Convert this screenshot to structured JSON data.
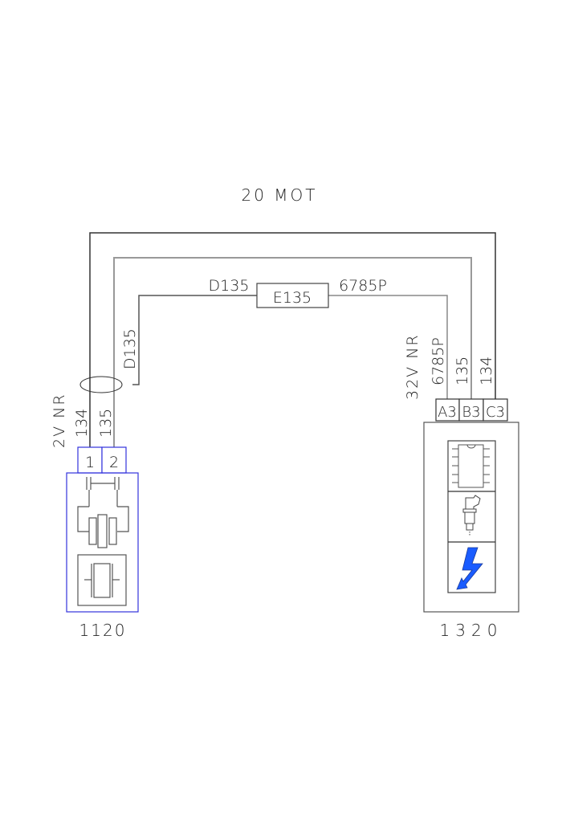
{
  "diagram": {
    "harness_label": "20 MOT",
    "inline_connector": {
      "id": "E135",
      "left_wire": "D135",
      "right_wire": "6785P"
    },
    "left_component": {
      "id": "1120",
      "connector_label": "2V NR",
      "pins": [
        {
          "pin": "1",
          "wire": "134"
        },
        {
          "pin": "2",
          "wire": "135"
        }
      ],
      "shield_wire": "D135",
      "border_color": "#3333dd"
    },
    "right_component": {
      "id": "1320",
      "connector_label": "32V NR",
      "pins": [
        {
          "pin": "A3",
          "wire": "6785P"
        },
        {
          "pin": "B3",
          "wire": "135"
        },
        {
          "pin": "C3",
          "wire": "134"
        }
      ],
      "icons": [
        "ic-chip-icon",
        "sensor-plug-icon",
        "lightning-bolt-icon"
      ],
      "bolt_color": "#1a5cff"
    }
  }
}
